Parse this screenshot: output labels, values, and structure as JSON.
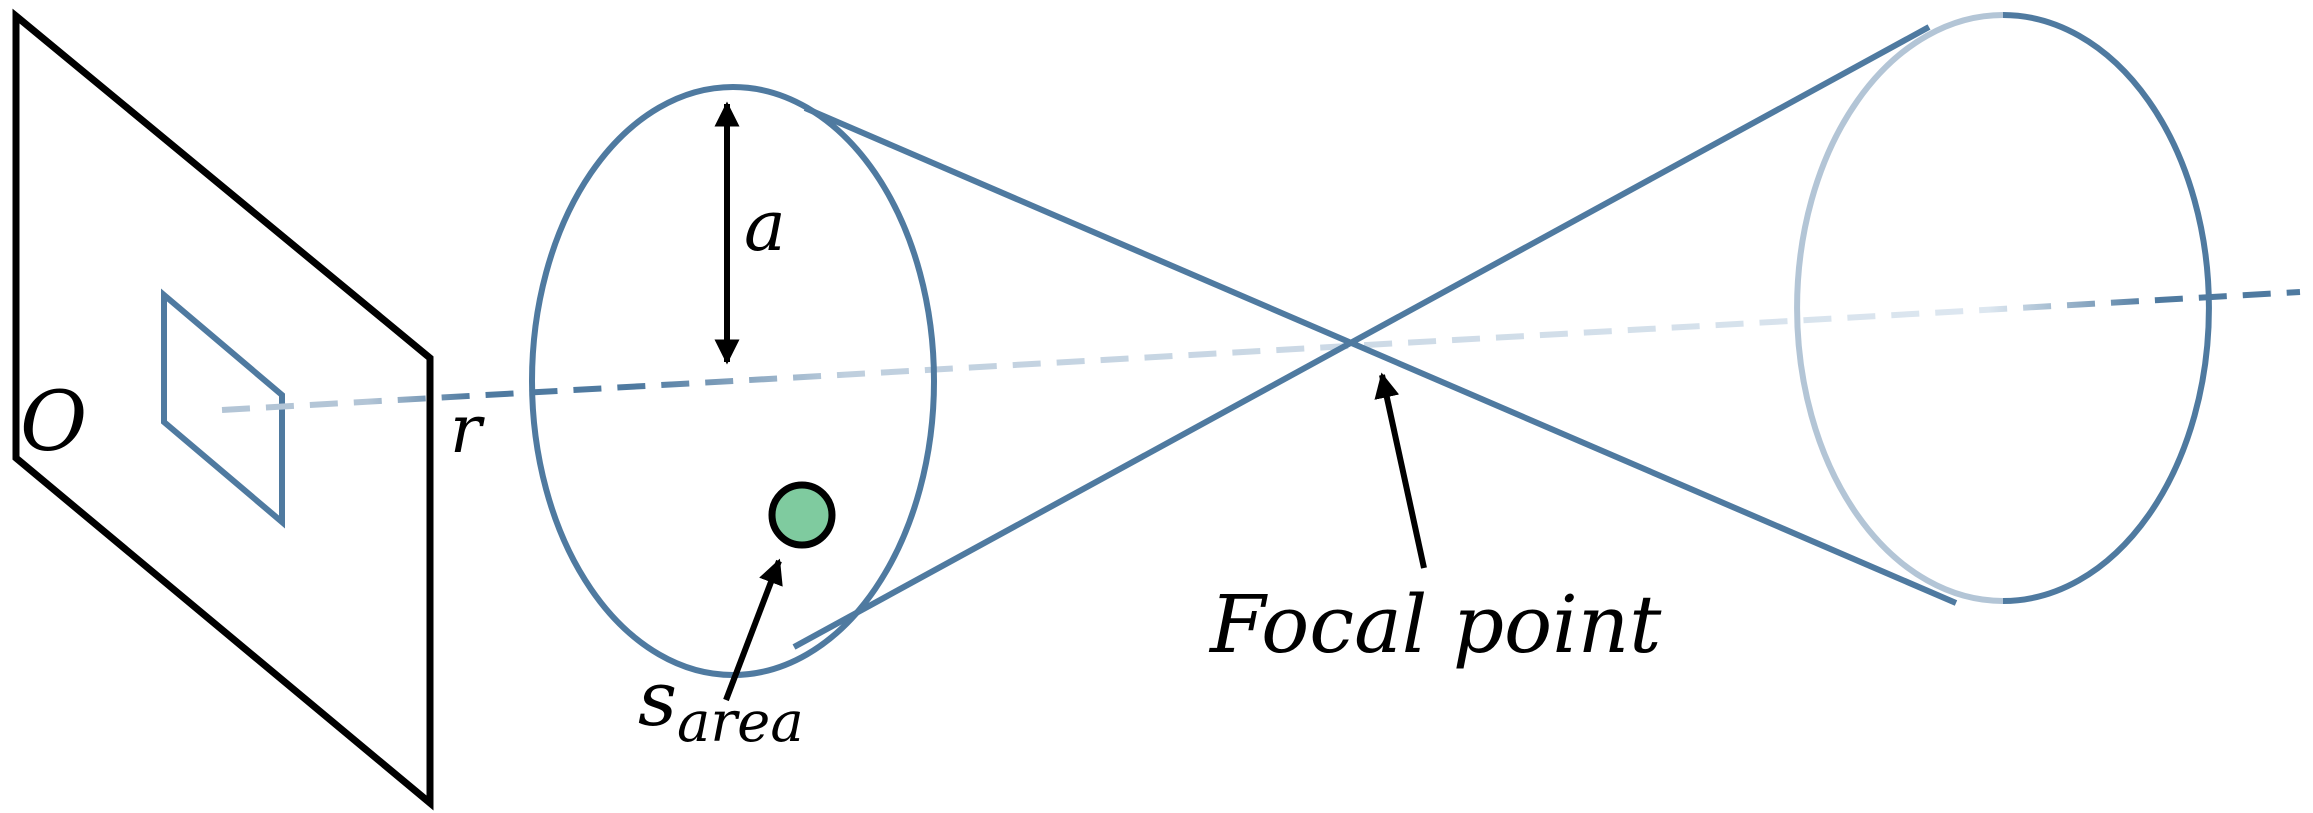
{
  "labels": {
    "origin": "O",
    "range": "r",
    "radius": "a",
    "focal_point": "Focal point",
    "sample_area_base": "s",
    "sample_area_sub": "area"
  },
  "colors": {
    "ink": "#000000",
    "beam": "#4f7aa0",
    "beam_faint": "#b3c5d6",
    "marker_fill": "#7fcb9f"
  }
}
